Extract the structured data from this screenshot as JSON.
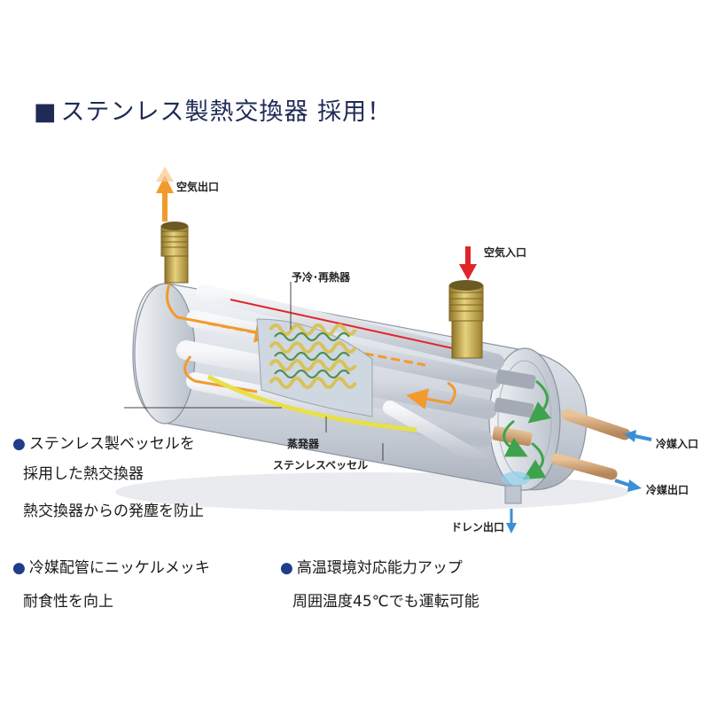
{
  "title": {
    "marker": "■",
    "text": "ステンレス製熱交換器 採用！"
  },
  "labels": {
    "air_outlet": "空気出口",
    "air_inlet": "空気入口",
    "precool_reheater": "予冷･再熱器",
    "evaporator": "蒸発器",
    "stainless_vessel": "ステンレスベッセル",
    "refrigerant_inlet": "冷媒入口",
    "refrigerant_outlet": "冷媒出口",
    "drain_outlet": "ドレン出口"
  },
  "features": [
    {
      "marker": "●",
      "heading_lines": [
        "ステンレス製ベッセルを",
        "採用した熱交換器"
      ],
      "detail": "熱交換器からの発塵を防止"
    },
    {
      "marker": "●",
      "heading_lines": [
        "冷媒配管にニッケルメッキ"
      ],
      "detail": "耐食性を向上"
    },
    {
      "marker": "●",
      "heading_lines": [
        "高温環境対応能力アップ"
      ],
      "detail": "周囲温度45℃でも運転可能"
    }
  ],
  "colors": {
    "title": "#1f2a55",
    "bullet": "#1f3d8a",
    "hot_flow": "#f39a2c",
    "cold_flow": "#3b8fd6",
    "air_in_arrow": "#e0252a",
    "evaporator_flow": "#e8e04a",
    "refrigerant_flow": "#3fa34d",
    "brass": "#c9a94a",
    "vessel": "#cfd4dc"
  }
}
